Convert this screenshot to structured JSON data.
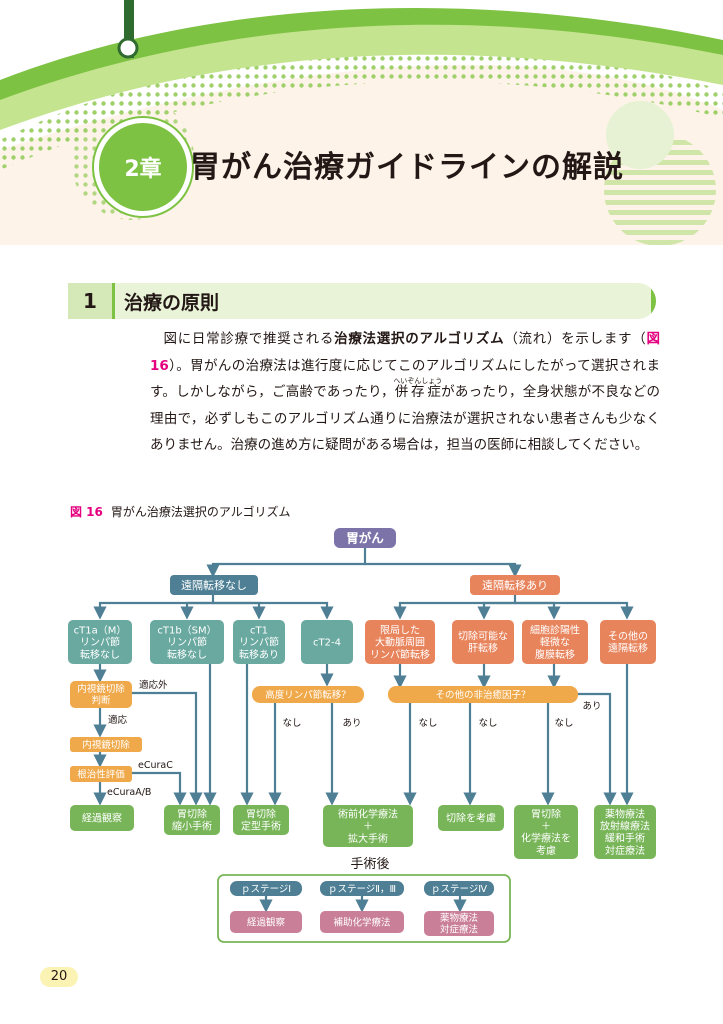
{
  "chapter": {
    "label": "2章",
    "title": "胃がん治療ガイドラインの解説"
  },
  "section": {
    "number": "1",
    "title": "治療の原則"
  },
  "body": {
    "t1": "図に日常診療で推奨される",
    "b1": "治療法選択のアルゴリズム",
    "t2": "（流れ）を示します（",
    "ref": "図16",
    "t3": "）。胃がんの治療法は進行度に応じてこのアルゴリズムにしたがって選択されます。しかしながら，ご高齢であったり，",
    "ruby_base": "併存症",
    "ruby_text": "へいぞんしょう",
    "t4": "があったり，全身状態が不良などの理由で，必ずしもこのアルゴリズム通りに治療法が選択されない患者さんも少なくありません。治療の進め方に疑問がある場合は，担当の医師に相談してください。"
  },
  "figure": {
    "label": "図 16",
    "title": "胃がん治療法選択のアルゴリズム"
  },
  "diagram": {
    "root": "胃がん",
    "branches": [
      "遠隔転移なし",
      "遠隔転移あり"
    ],
    "left_stages": [
      "cT1a（M）\nリンパ節\n転移なし",
      "cT1b（SM）\nリンパ節\n転移なし",
      "cT1\nリンパ節\n転移あり",
      "cT2-4"
    ],
    "right_stages": [
      "限局した\n大動脈周囲\nリンパ節転移",
      "切除可能な\n肝転移",
      "細胞診陽性\n軽微な\n腹膜転移",
      "その他の\n遠隔転移"
    ],
    "decisions": {
      "endoscopic_judgement": "内視鏡切除\n判断",
      "endoscopic_resection": "内視鏡切除",
      "curative_eval": "根治性評価",
      "lymph_high": "高度リンパ節転移？",
      "other_factors": "その他の非治癒因子？"
    },
    "edge_labels": {
      "off_indication": "適応外",
      "indication": "適応",
      "ecurac": "eCuraC",
      "ecuraab": "eCuraA/B",
      "no": "なし",
      "yes": "あり"
    },
    "outcomes": [
      "経過観察",
      "胃切除\n縮小手術",
      "胃切除\n定型手術",
      "術前化学療法\n＋\n拡大手術",
      "切除を考慮",
      "胃切除\n＋\n化学療法を\n考慮",
      "薬物療法\n放射線療法\n緩和手術\n対症療法"
    ],
    "postop": {
      "title": "手術後",
      "stages": [
        "ｐステージⅠ",
        "ｐステージⅡ，Ⅲ",
        "ｐステージⅣ"
      ],
      "treatments": [
        "経過観察",
        "補助化学療法",
        "薬物療法\n対症療法"
      ]
    }
  },
  "page_number": "20",
  "colors": {
    "accent_green": "#7dc242",
    "teal": "#6aa9a0",
    "orange": "#e8845c",
    "amber": "#f0a94a",
    "green_out": "#78b558",
    "slate": "#4e7f94",
    "purple": "#7c73a8",
    "pink": "#c97f98",
    "figure_pink": "#e4007f"
  }
}
